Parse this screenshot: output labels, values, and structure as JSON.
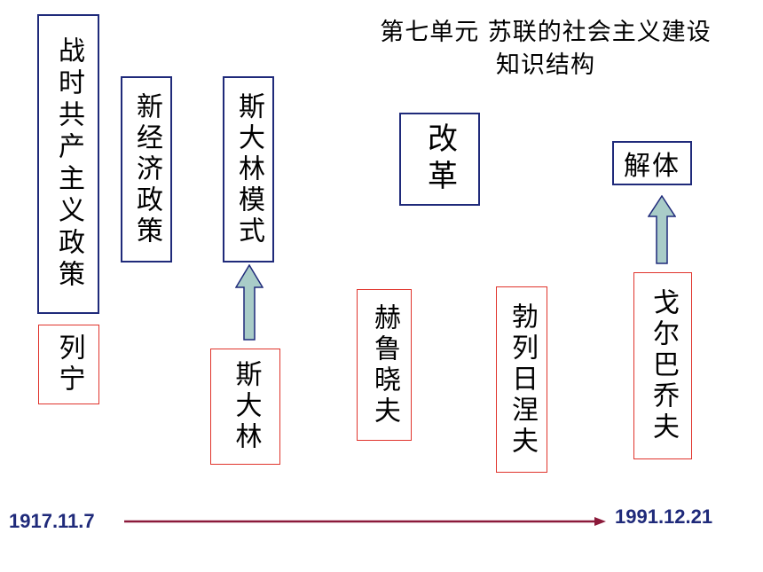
{
  "title": {
    "line1": "第七单元  苏联的社会主义建设",
    "line2": "知识结构"
  },
  "boxes": {
    "war_communism": "战时共产主义政策",
    "lenin": "列宁",
    "nep": "新经济政策",
    "stalin_model": "斯大林模式",
    "stalin": "斯大林",
    "reform": "改革",
    "khrushchev": "赫鲁晓夫",
    "brezhnev": "勃列日涅夫",
    "dissolution": "解体",
    "gorbachev": "戈尔巴乔夫"
  },
  "timeline": {
    "start": "1917.11.7",
    "end": "1991.12.21"
  },
  "colors": {
    "blue_border": "#1f2a7a",
    "red_border": "#e0342c",
    "arrow_fill": "#a9ccc8",
    "timeline_line": "#8b1a3a"
  }
}
